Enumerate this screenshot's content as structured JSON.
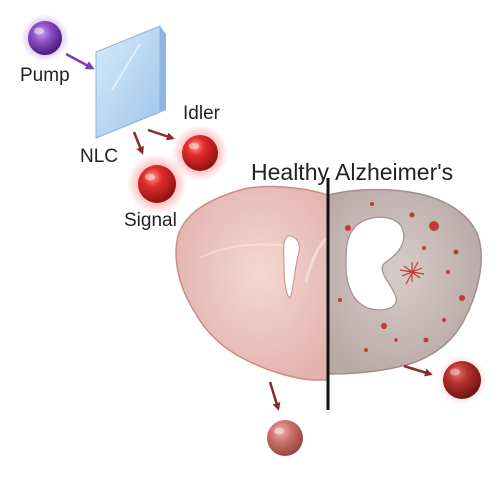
{
  "labels": {
    "pump": "Pump",
    "nlc": "NLC",
    "idler": "Idler",
    "signal": "Signal",
    "healthy": "Healthy",
    "alzheimers": "Alzheimer's"
  },
  "colors": {
    "pump": "#7a3fb0",
    "photon_red": "#d42a2a",
    "arrow": "#8a2a2a",
    "crystal": "#b9d7f0",
    "healthy_tissue": "#ecc8c3",
    "alzheimers_tissue": "#c9bcb8",
    "divider": "#111111"
  },
  "icons": {
    "pump": "purple-photon-sphere",
    "crystal": "nonlinear-crystal-slab",
    "photons": "red-photon-sphere",
    "brain_slice": "brain-hemisphere-cross-section"
  }
}
